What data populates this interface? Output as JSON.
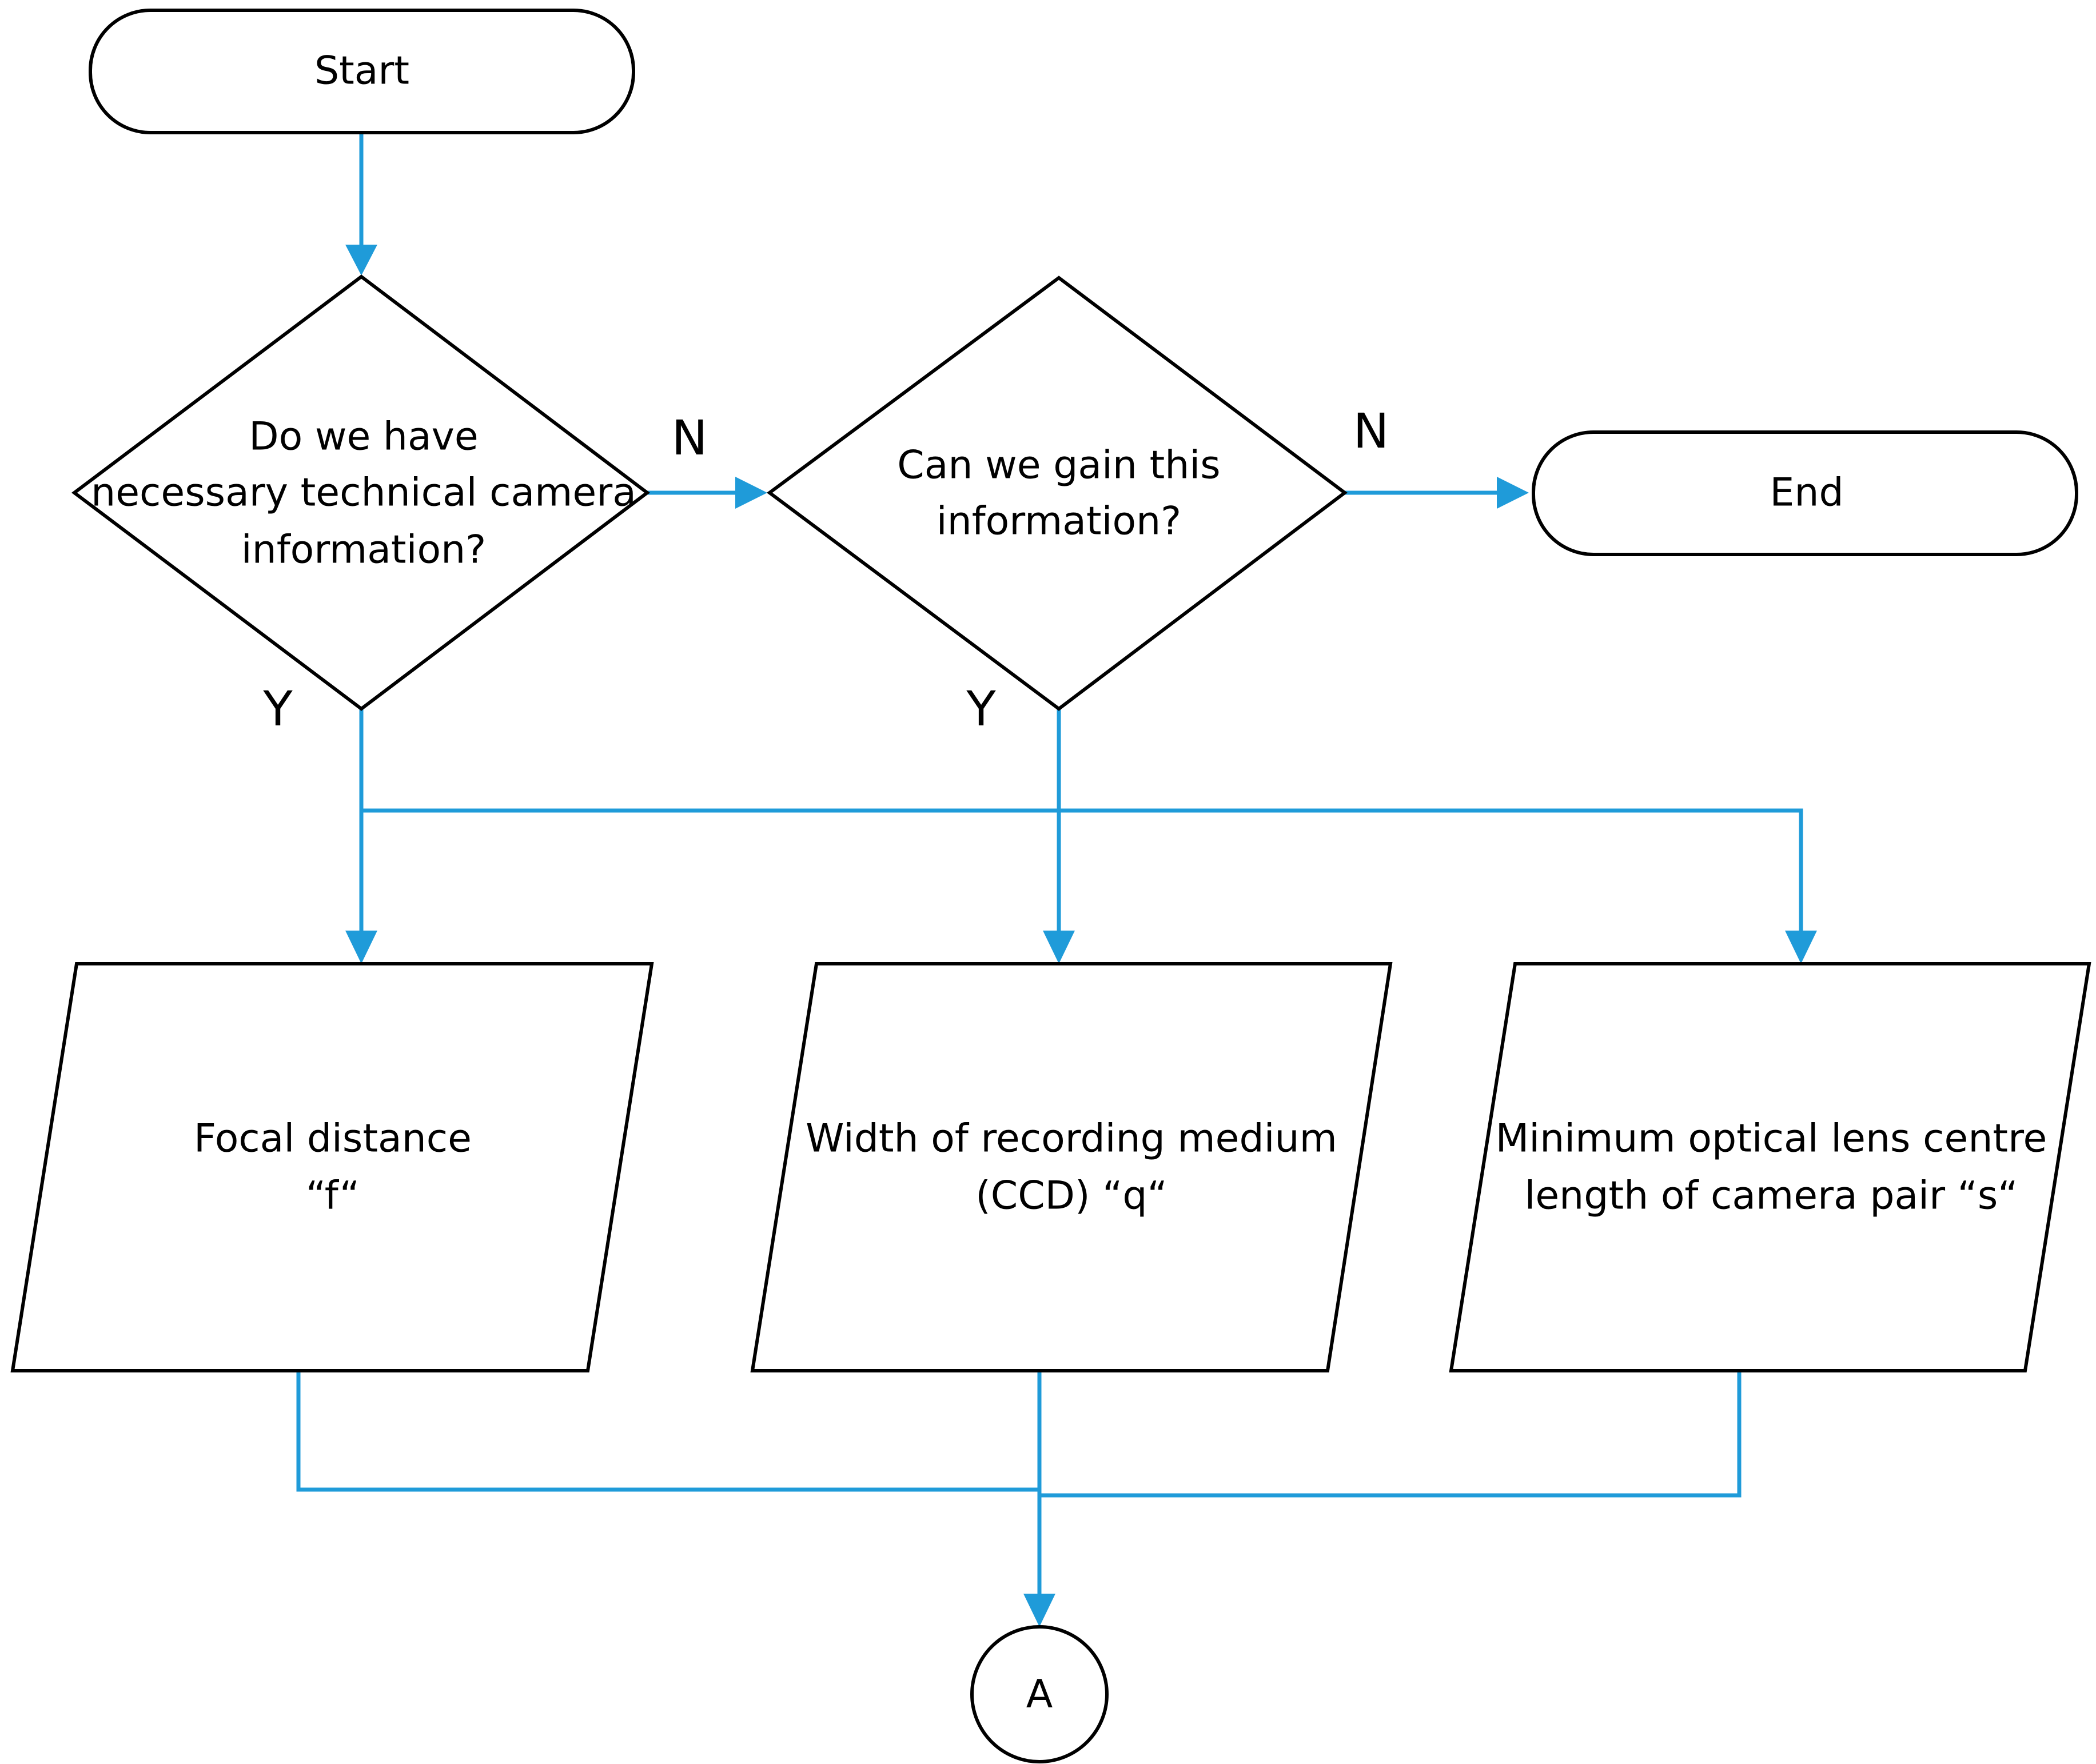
{
  "nodes": {
    "start": {
      "label": "Start"
    },
    "decision_have_info": {
      "lines": [
        "Do we have",
        "necessary technical camera",
        "information?"
      ]
    },
    "decision_gain_info": {
      "lines": [
        "Can we gain this",
        "information?"
      ]
    },
    "end": {
      "label": "End"
    },
    "focal_distance": {
      "lines": [
        "Focal distance",
        "“f“"
      ]
    },
    "recording_width": {
      "lines": [
        "Width of recording medium",
        "(CCD) “q“"
      ]
    },
    "lens_centre_length": {
      "lines": [
        "Minimum optical lens centre",
        "length of camera pair “s“"
      ]
    },
    "connector_a": {
      "label": "A"
    }
  },
  "branch_labels": {
    "first_no": "N",
    "second_no": "N",
    "first_yes": "Y",
    "second_yes": "Y"
  },
  "colors": {
    "connector": "#1f9bd9",
    "outline": "#000000"
  }
}
